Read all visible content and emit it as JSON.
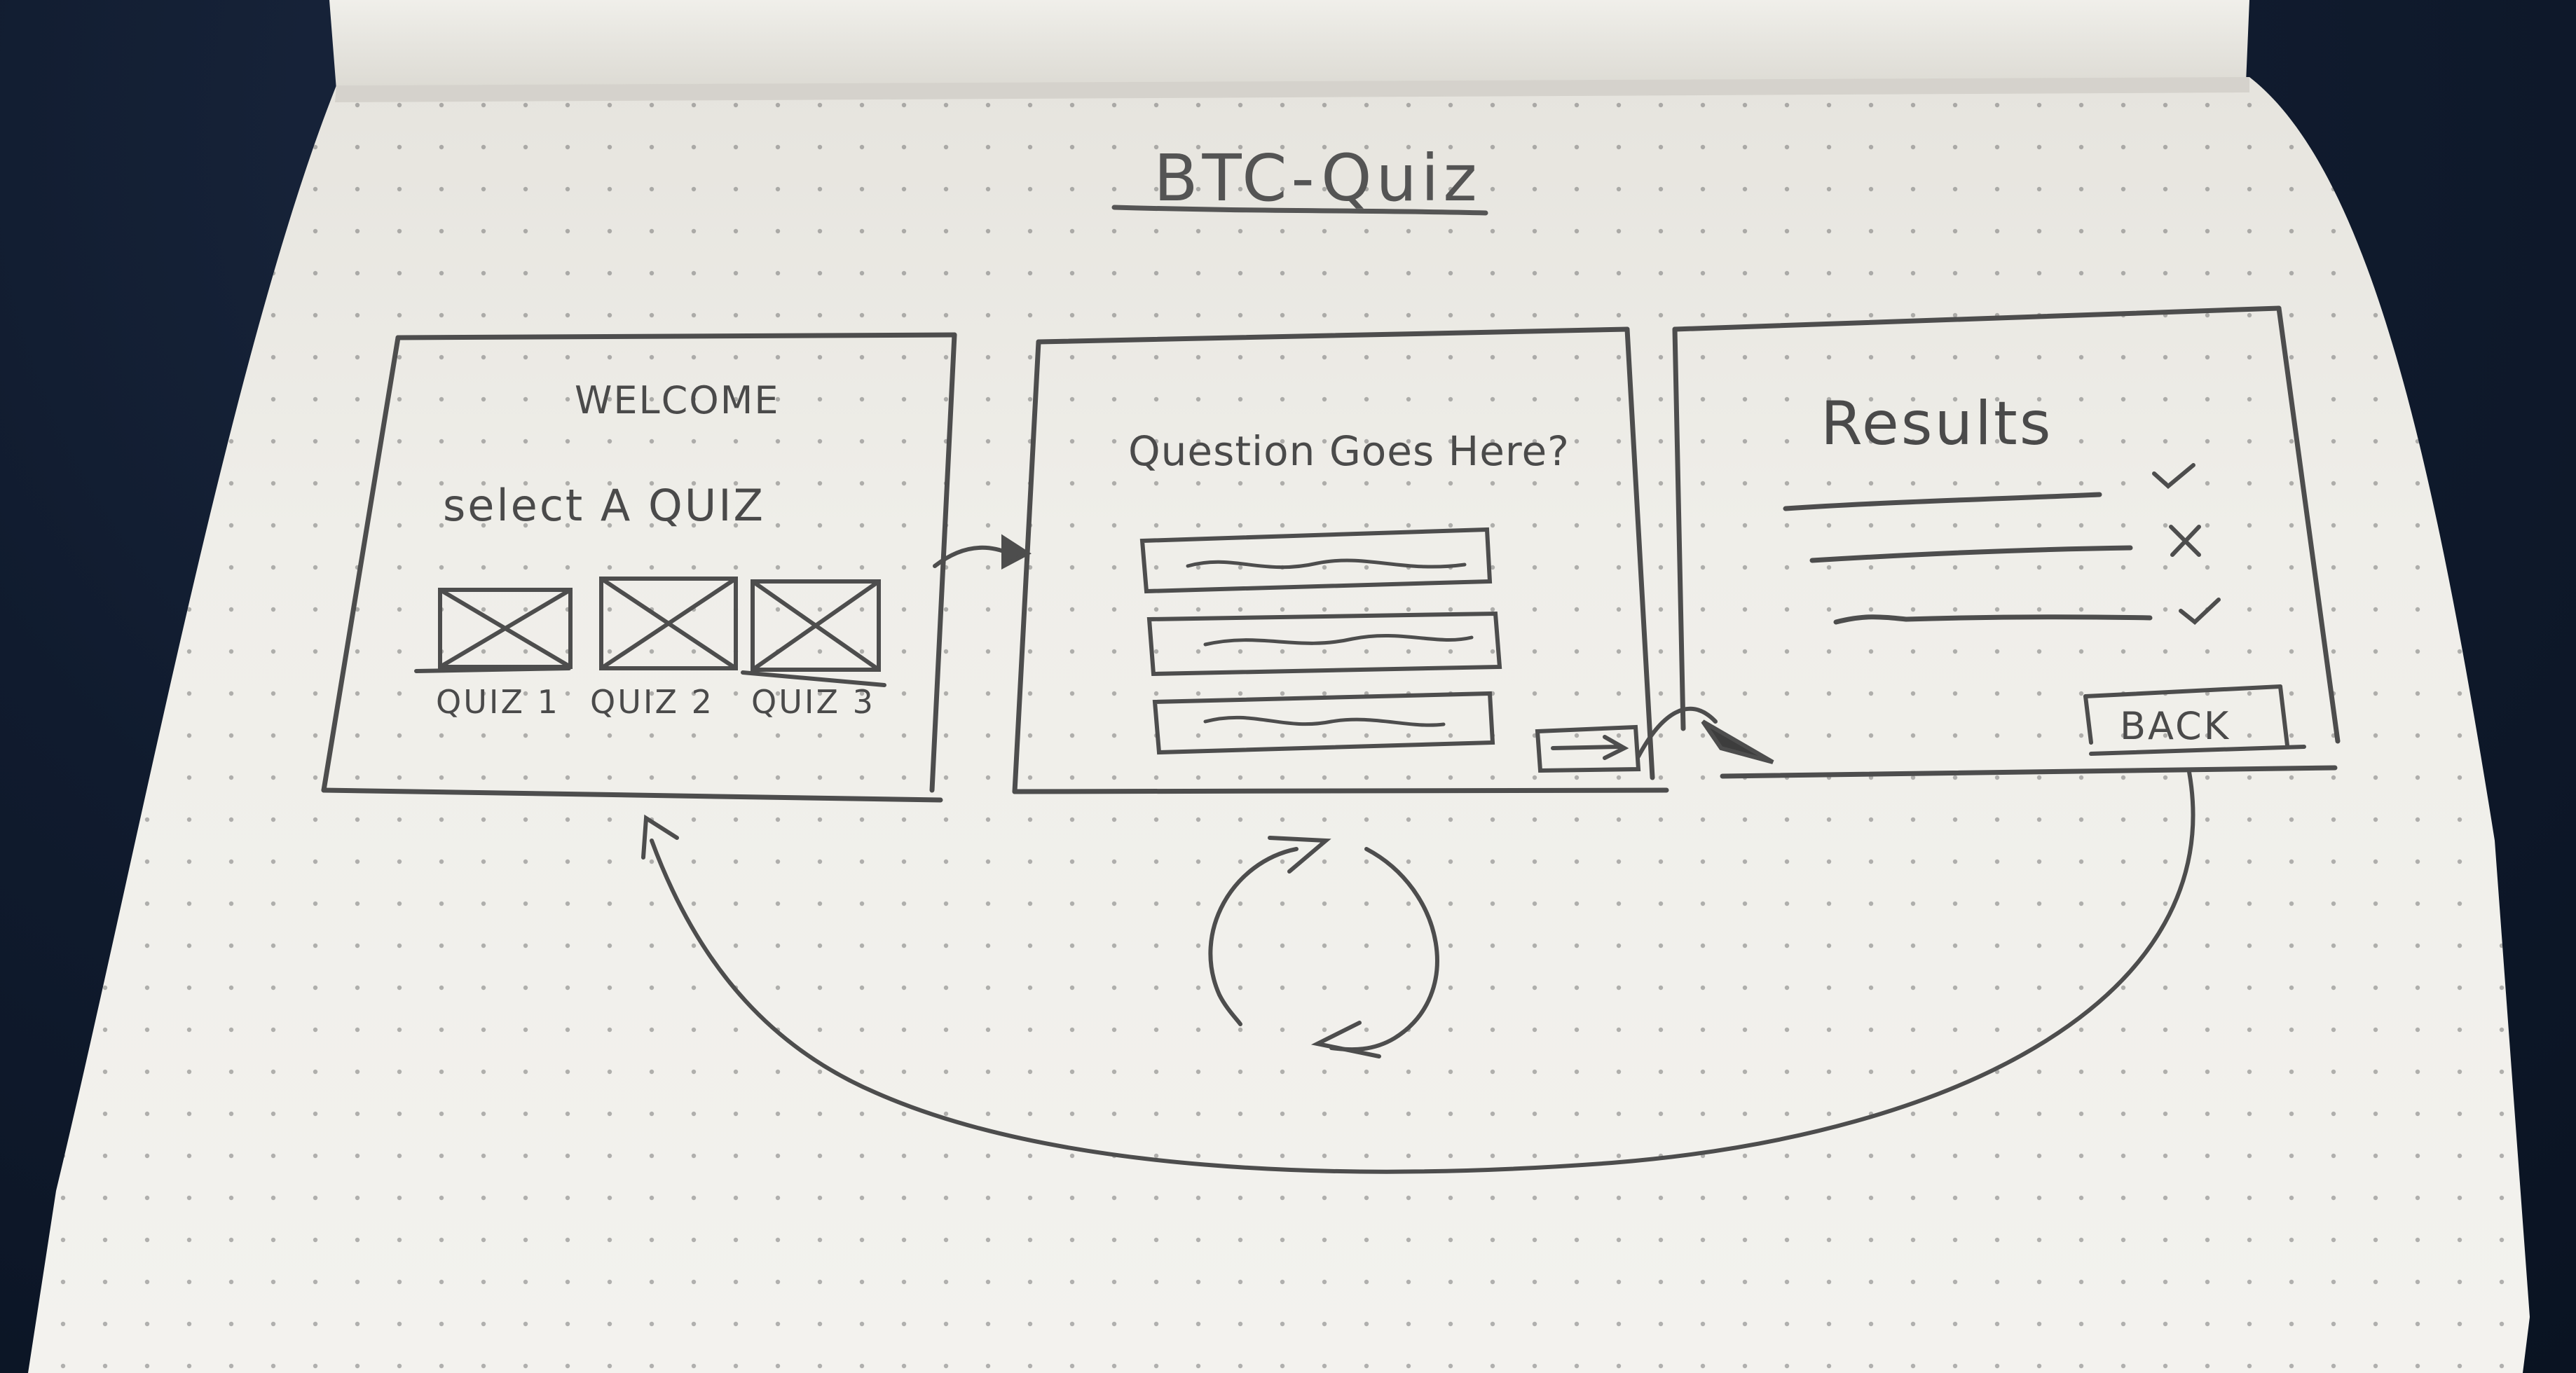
{
  "title": "BTC-Quiz",
  "welcome_screen": {
    "heading": "WELCOME",
    "prompt": "select A QUIZ",
    "quizzes": [
      "QUIZ 1",
      "QUIZ 2",
      "QUIZ 3"
    ]
  },
  "question_screen": {
    "question": "Question Goes Here?",
    "answer_count": 3,
    "next_icon": "arrow-right-icon"
  },
  "results_screen": {
    "heading": "Results",
    "marks": [
      "check",
      "cross",
      "check"
    ],
    "back_label": "BACK"
  },
  "flow_icons": [
    "arrow-icon",
    "refresh-cycle-icon"
  ],
  "colors": {
    "ink": "#4a4a4a",
    "paper": "#eeede8",
    "background": "#101b2e"
  }
}
